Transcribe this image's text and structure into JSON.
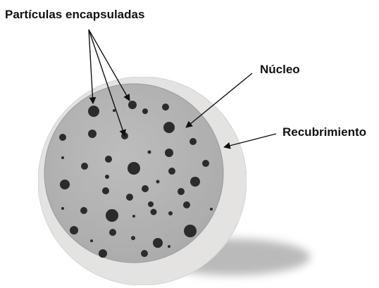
{
  "labels": {
    "particles": "Partículas encapsuladas",
    "core": "Núcleo",
    "coating": "Recubrimiento"
  },
  "colors": {
    "coating": "#ecebea",
    "core": "#b4b4b4",
    "particle": "#2b2b2b",
    "shadow": "#8d8d8d",
    "arrow": "#111111"
  }
}
